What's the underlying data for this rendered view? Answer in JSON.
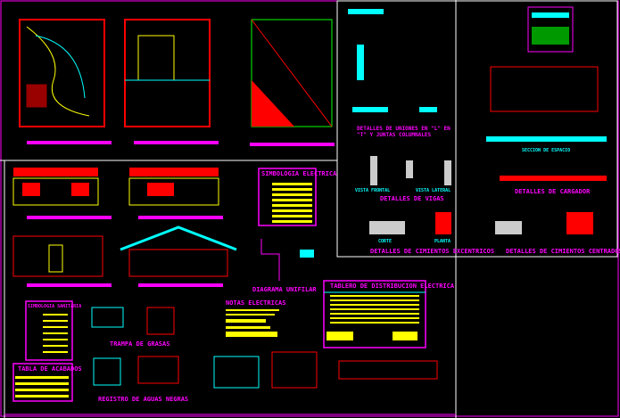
{
  "colors": {
    "background": "#000000",
    "frame": "#ffffff",
    "title": "#ff00ff",
    "text": "#ffff00",
    "wall": "#ff0000",
    "aux": "#00ffff",
    "green": "#00ff00"
  },
  "titles": {
    "uniones": "DETALLES DE UNIONES EN \"L\" EN \"T\" Y JUNTAS COLUMNALES",
    "vigas": "DETALLES DE VIGAS",
    "cargador": "DETALLES DE CARGADOR",
    "cim_exc": "DETALLES DE CIMIENTOS EXCENTRICOS",
    "cim_cen": "DETALLES DE CIMIENTOS CENTRADOS",
    "diagrama": "DIAGRAMA UNIFILAR",
    "notas": "NOTAS ELECTRICAS",
    "tablero": "TABLERO DE DISTRIBUCION ELECTRICA",
    "simb_elec": "SIMBOLOGIA ELECTRICA",
    "simb_san": "SIMBOLOGIA SANITARIA",
    "acabados": "TABLA DE ACABADOS",
    "trampa": "TRAMPA DE GRASAS",
    "registro": "REGISTRO DE AGUAS NEGRAS"
  },
  "labels": {
    "planta": "PLANTA",
    "corte": "CORTE",
    "vista_frontal": "VISTA FRONTAL",
    "vista_lateral": "VISTA LATERAL",
    "seccion": "SECCION DE ESPACIO"
  }
}
